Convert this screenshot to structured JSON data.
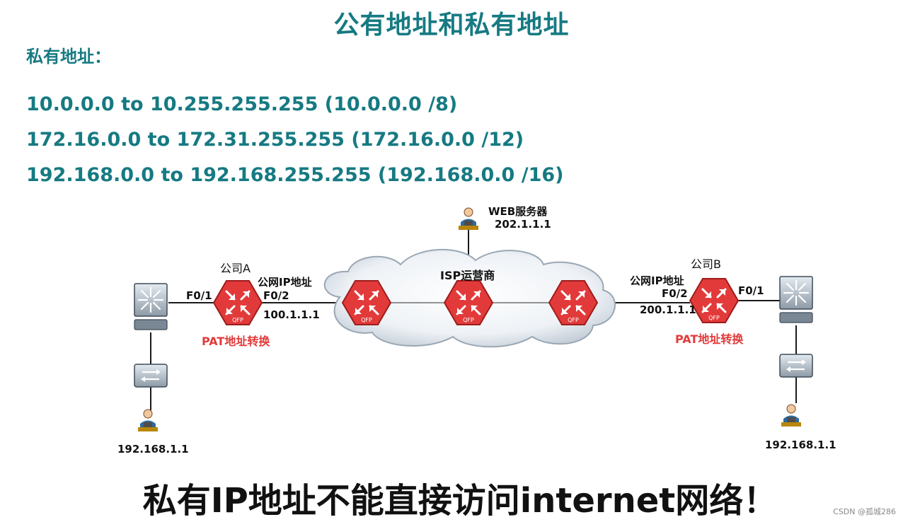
{
  "title": "公有地址和私有地址",
  "subtitle": "私有地址：",
  "private_ranges": [
    "10.0.0.0 to 10.255.255.255 (10.0.0.0 /8)",
    "172.16.0.0 to 172.31.255.255 (172.16.0.0 /12)",
    "192.168.0.0 to 192.168.255.255 (192.168.0.0 /16)"
  ],
  "topology": {
    "web_server": {
      "name": "WEB服务器",
      "ip": "202.1.1.1"
    },
    "isp": {
      "name": "ISP运营商"
    },
    "company_a": {
      "name": "公司A",
      "wan_label": "公网IP地址",
      "wan_interface": "F0/2",
      "wan_ip": "100.1.1.1",
      "lan_interface": "F0/1",
      "nat_label": "PAT地址转换",
      "host_ip": "192.168.1.1"
    },
    "company_b": {
      "name": "公司B",
      "wan_label": "公网IP地址",
      "wan_interface": "F0/2",
      "wan_ip": "200.1.1.1",
      "lan_interface": "F0/1",
      "nat_label": "PAT地址转换",
      "host_ip": "192.168.1.1"
    },
    "router_badge": "QFP"
  },
  "bottom_note": "私有IP地址不能直接访问internet网络！",
  "watermark": "CSDN @孤城286",
  "colors": {
    "title": "#167a82",
    "router": "#e23a3a",
    "pat_label": "#e23a3a"
  }
}
